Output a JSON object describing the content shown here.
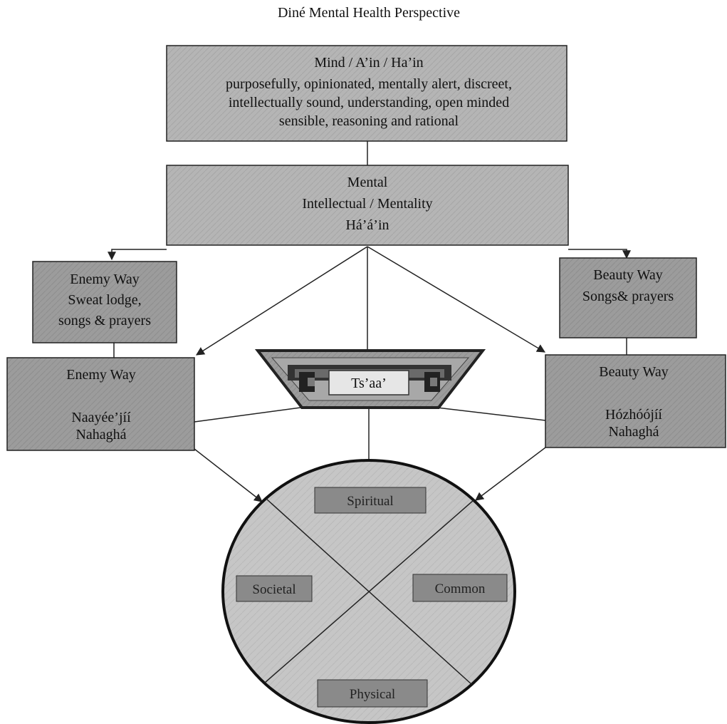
{
  "title": "Diné Mental Health Perspective",
  "mind_box": {
    "lines": [
      "Mind  / A’in /  Ha’in",
      "purposefully, opinionated, mentally alert, discreet,",
      "intellectually sound, understanding, open minded",
      "sensible, reasoning and rational"
    ]
  },
  "mental_box": {
    "lines": [
      "Mental",
      "Intellectual / Mentality",
      "Há’á’in"
    ]
  },
  "enemy_way_top": {
    "lines": [
      "Enemy Way",
      "Sweat lodge,",
      "songs & prayers"
    ]
  },
  "beauty_way_top": {
    "lines": [
      "Beauty Way",
      "Songs& prayers"
    ]
  },
  "enemy_way_bottom": {
    "lines": [
      "Enemy Way",
      "",
      "Naayée’jíí",
      "Nahaghá"
    ]
  },
  "beauty_way_bottom": {
    "lines": [
      "Beauty Way",
      "",
      "Hózhóójíí",
      "Nahaghá"
    ]
  },
  "basket": {
    "label": "Ts’aa’"
  },
  "circle": {
    "spiritual": "Spiritual",
    "societal": "Societal",
    "common": "Common",
    "physical": "Physical"
  },
  "colors": {
    "box_fill": "#b8b8b8",
    "box_fill_dark": "#9a9a9a",
    "pill_fill": "#8a8a8a",
    "circle_fill": "#c4c4c4",
    "line": "#222222"
  }
}
